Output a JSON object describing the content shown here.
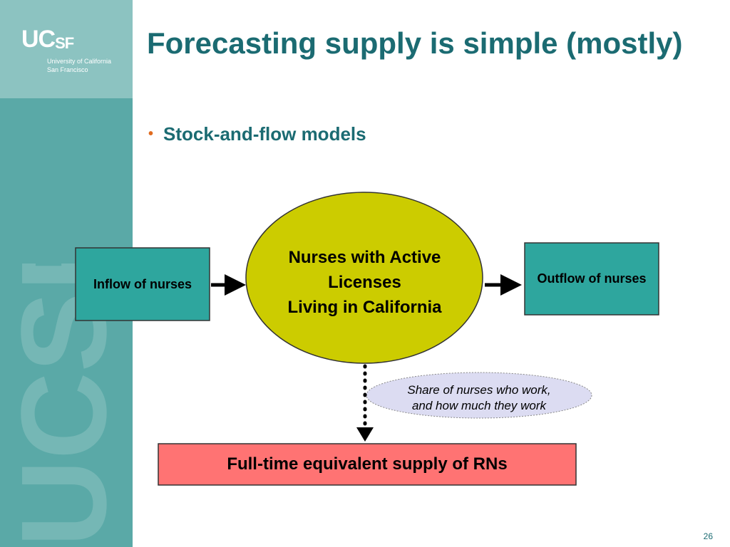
{
  "logo": {
    "mark_big": "UC",
    "mark_small": "SF",
    "subtitle_line1": "University of California",
    "subtitle_line2": "San Francisco",
    "watermark": "UCSF"
  },
  "slide": {
    "title": "Forecasting supply is simple (mostly)",
    "bullet": "Stock-and-flow models",
    "page_number": "26"
  },
  "diagram": {
    "inflow_label": "Inflow of nurses",
    "outflow_label": "Outflow of nurses",
    "stock_line1": "Nurses with Active",
    "stock_line2": "Licenses",
    "stock_line3": "Living in California",
    "modifier_line1": "Share of nurses who work,",
    "modifier_line2": "and how much they work",
    "result_label": "Full-time equivalent supply of RNs"
  },
  "colors": {
    "teal_text": "#1b6b72",
    "sidebar": "#5aa9a7",
    "logo_band": "#8cc3c1",
    "box_teal": "#2ea69e",
    "stock_fill": "#cccc00",
    "modifier_fill": "#dcdcf2",
    "result_fill": "#ff7373",
    "bullet": "#e06b1f"
  }
}
